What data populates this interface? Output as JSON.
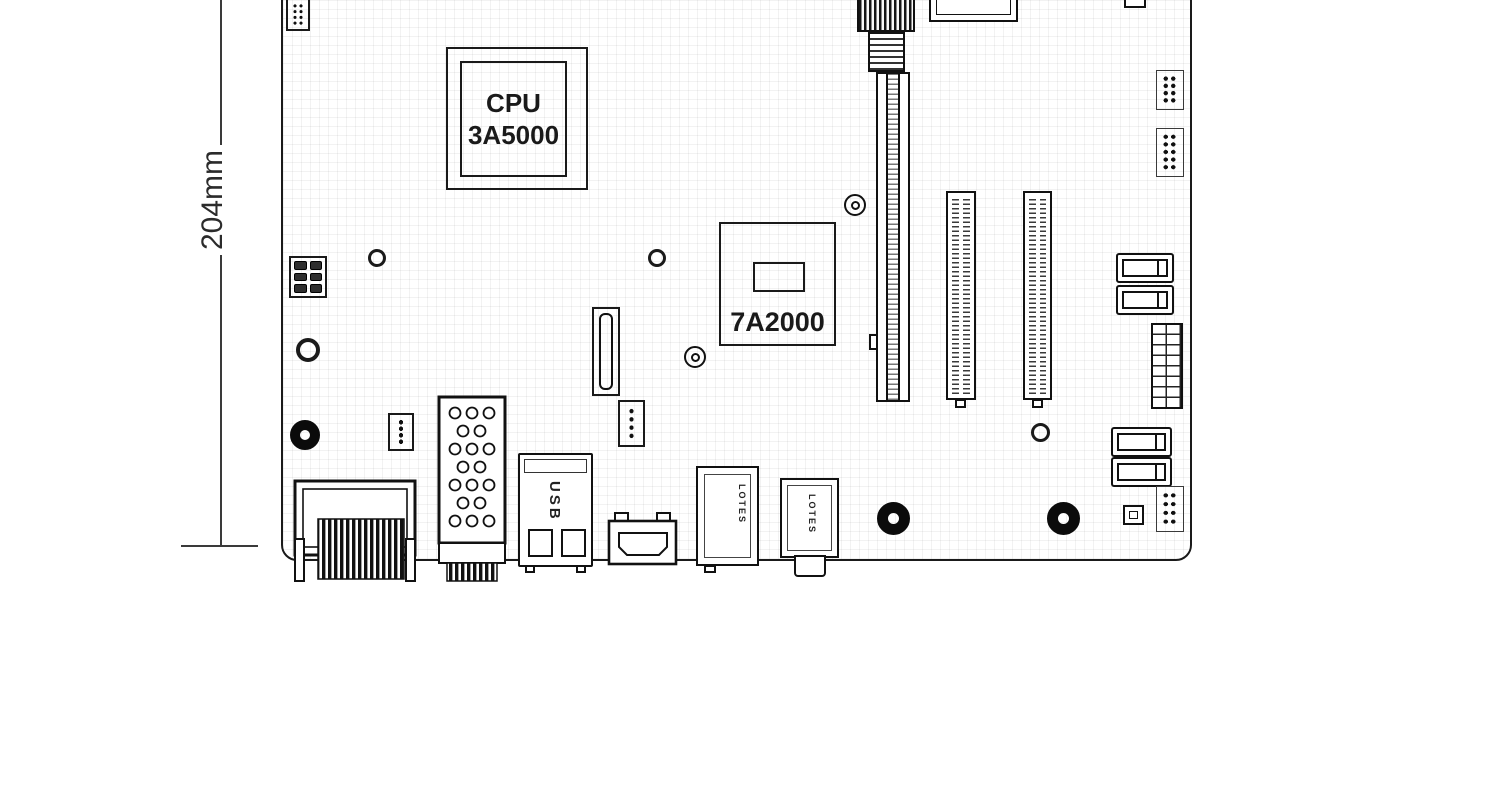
{
  "style": {
    "line_color": "#1a1a1a",
    "background_color": "#ffffff"
  },
  "dimension": {
    "label": "204mm"
  },
  "chips": {
    "cpu": {
      "line1": "CPU",
      "line2": "3A5000"
    },
    "bridge": {
      "label": "7A2000"
    }
  },
  "connectors": {
    "usb": {
      "label": "USB"
    },
    "display": {
      "label": "LOTES"
    },
    "audio": {
      "label": "LOTES"
    }
  }
}
